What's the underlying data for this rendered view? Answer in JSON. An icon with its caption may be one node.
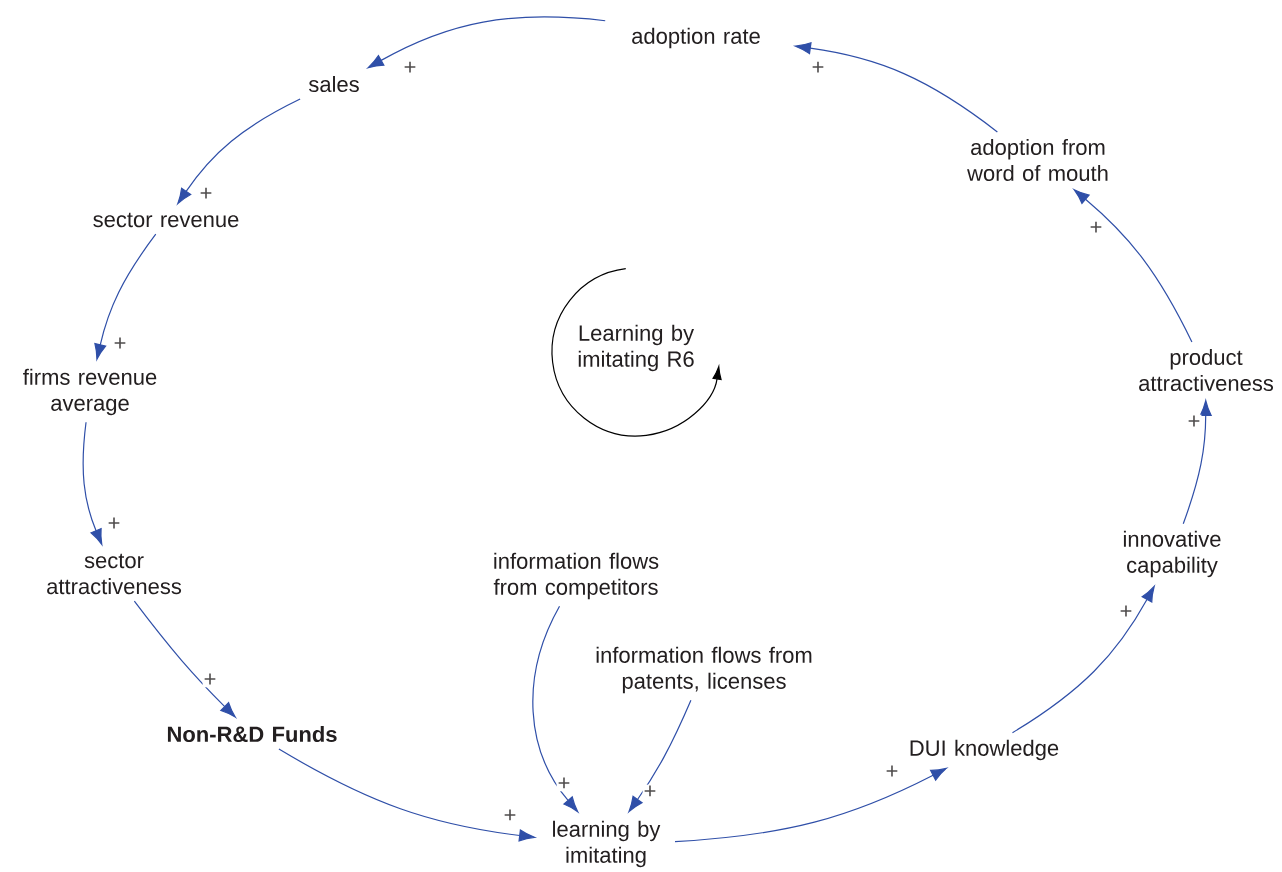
{
  "diagram": {
    "nodes": [
      {
        "text": [
          "adoption rate"
        ]
      },
      {
        "text": [
          "sales"
        ]
      },
      {
        "text": [
          "sector revenue"
        ]
      },
      {
        "text": [
          "firms revenue average"
        ]
      },
      {
        "text": [
          "sector attractiveness"
        ]
      },
      {
        "text": [
          "Non-R&D Funds"
        ]
      },
      {
        "text": [
          "information flows from competitors"
        ]
      },
      {
        "text": [
          "information flows from patents, licenses"
        ]
      },
      {
        "text": [
          "learning by imitating"
        ]
      },
      {
        "text": [
          "DUI knowledge"
        ]
      },
      {
        "text": [
          "innovative capability"
        ]
      },
      {
        "text": [
          "product attractiveness"
        ]
      },
      {
        "text": [
          "adoption from word of mouth"
        ]
      }
    ],
    "edges": [
      {
        "from": 0,
        "to": 1,
        "arrow": "to",
        "label": "+"
      },
      {
        "from": 1,
        "to": 2,
        "arrow": "to",
        "label": "+"
      },
      {
        "from": 2,
        "to": 3,
        "arrow": "to",
        "label": "+"
      },
      {
        "from": 3,
        "to": 4,
        "arrow": "to",
        "label": "+"
      },
      {
        "from": 4,
        "to": 5,
        "arrow": "to",
        "label": "+"
      },
      {
        "from": 5,
        "to": 8,
        "arrow": "to",
        "label": "+"
      },
      {
        "from": 6,
        "to": 8,
        "arrow": "to",
        "label": "+"
      },
      {
        "from": 7,
        "to": 8,
        "arrow": "to",
        "label": "+"
      },
      {
        "from": 8,
        "to": 9,
        "arrow": "to",
        "label": "+"
      },
      {
        "from": 9,
        "to": 10,
        "arrow": "to",
        "label": "+"
      },
      {
        "from": 10,
        "to": 11,
        "arrow": "to",
        "label": "+"
      },
      {
        "from": 11,
        "to": 12,
        "arrow": "to",
        "label": "+"
      },
      {
        "from": 12,
        "to": 0,
        "arrow": "to",
        "label": "+"
      }
    ],
    "labels": [
      "Learning by imitating R6"
    ]
  }
}
